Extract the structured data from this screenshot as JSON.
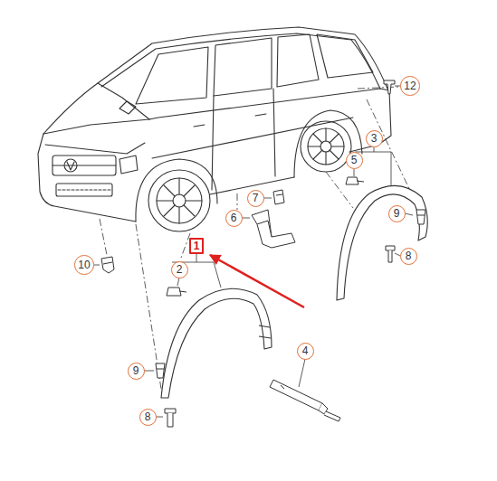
{
  "diagram": {
    "labels": [
      "12",
      "3",
      "5",
      "7",
      "6",
      "9",
      "8",
      "1",
      "10",
      "2",
      "9",
      "8",
      "4"
    ]
  }
}
